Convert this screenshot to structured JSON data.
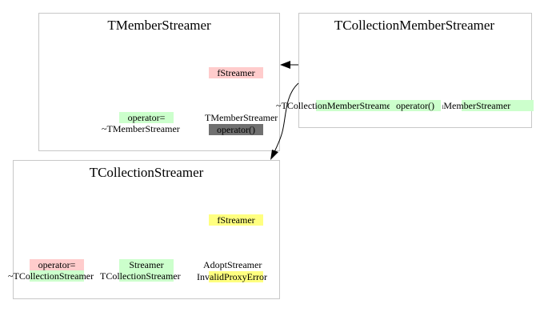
{
  "boxes": {
    "member": {
      "title": "TMemberStreamer",
      "member_field": "fStreamer",
      "operator_assign": "operator=",
      "destructor": "~TMemberStreamer",
      "constructor": "TMemberStreamer",
      "operator_call": "operator()"
    },
    "collection_member": {
      "title": "TCollectionMemberStreamer",
      "destructor": "~TCollectionMemberStreamer",
      "operator_call": "operator()",
      "constructor": "TCollectionMemberStreamer"
    },
    "collection": {
      "title": "TCollectionStreamer",
      "member_field": "fStreamer",
      "operator_assign": "operator=",
      "destructor": "~TCollectionStreamer",
      "streamer": "Streamer",
      "constructor": "TCollectionStreamer",
      "adopt": "AdoptStreamer",
      "invalid": "InvalidProxyError"
    }
  },
  "colors": {
    "border": "#c8c8c8",
    "public_method": "#ccffcc",
    "protected": "#ffcccc",
    "private": "#ffff80",
    "virtual": "#707070"
  },
  "icons": [
    "arrow-head-left",
    "arrow-head-down"
  ]
}
